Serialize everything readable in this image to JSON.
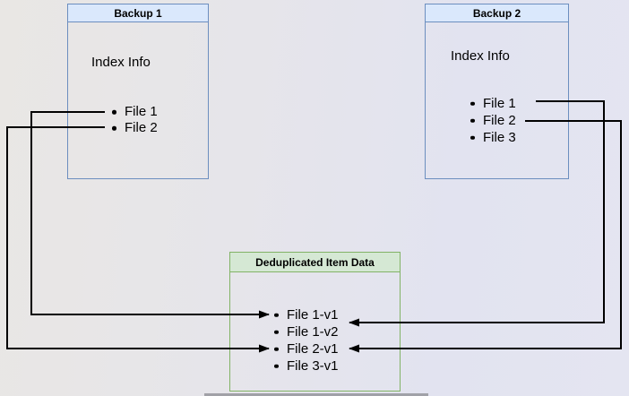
{
  "backup1": {
    "title": "Backup 1",
    "subtitle": "Index Info",
    "files": [
      "File 1",
      "File 2"
    ]
  },
  "backup2": {
    "title": "Backup 2",
    "subtitle": "Index Info",
    "files": [
      "File 1",
      "File 2",
      "File 3"
    ]
  },
  "dedup": {
    "title": "Deduplicated Item Data",
    "items": [
      "File 1-v1",
      "File 1-v2",
      "File 2-v1",
      "File 3-v1"
    ]
  },
  "connections": [
    {
      "from": "Backup 1 / File 1",
      "to": "File 1-v1"
    },
    {
      "from": "Backup 1 / File 2",
      "to": "File 2-v1"
    },
    {
      "from": "Backup 2 / File 1",
      "to": "File 1-v2"
    },
    {
      "from": "Backup 2 / File 2",
      "to": "File 2-v1"
    }
  ],
  "colors": {
    "blue_box_border": "#6c8ebf",
    "blue_header_fill": "#dae8fc",
    "green_box_border": "#82b366",
    "green_header_fill": "#d5e8d4",
    "arrow_line": "#000000",
    "background_left": "#e9e7e4",
    "background_right": "#e4e5f1"
  }
}
